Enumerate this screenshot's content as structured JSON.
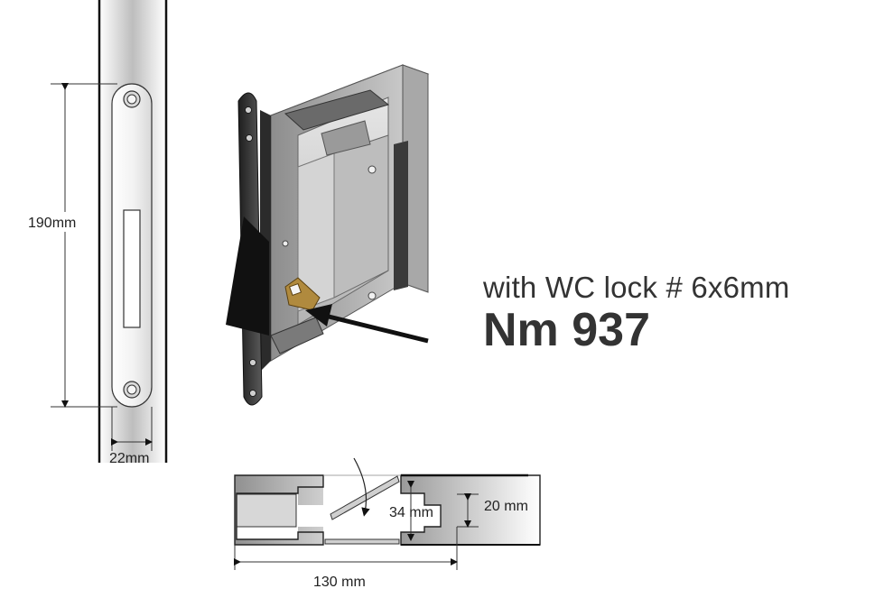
{
  "dimensions": {
    "height_faceplate": "190mm",
    "width_faceplate": "22mm",
    "door_cavity_height": "34 mm",
    "door_thickness": "20 mm",
    "backset_depth": "130 mm"
  },
  "callout": {
    "feature": "with WC lock # 6x6mm",
    "model": "Nm 937"
  }
}
